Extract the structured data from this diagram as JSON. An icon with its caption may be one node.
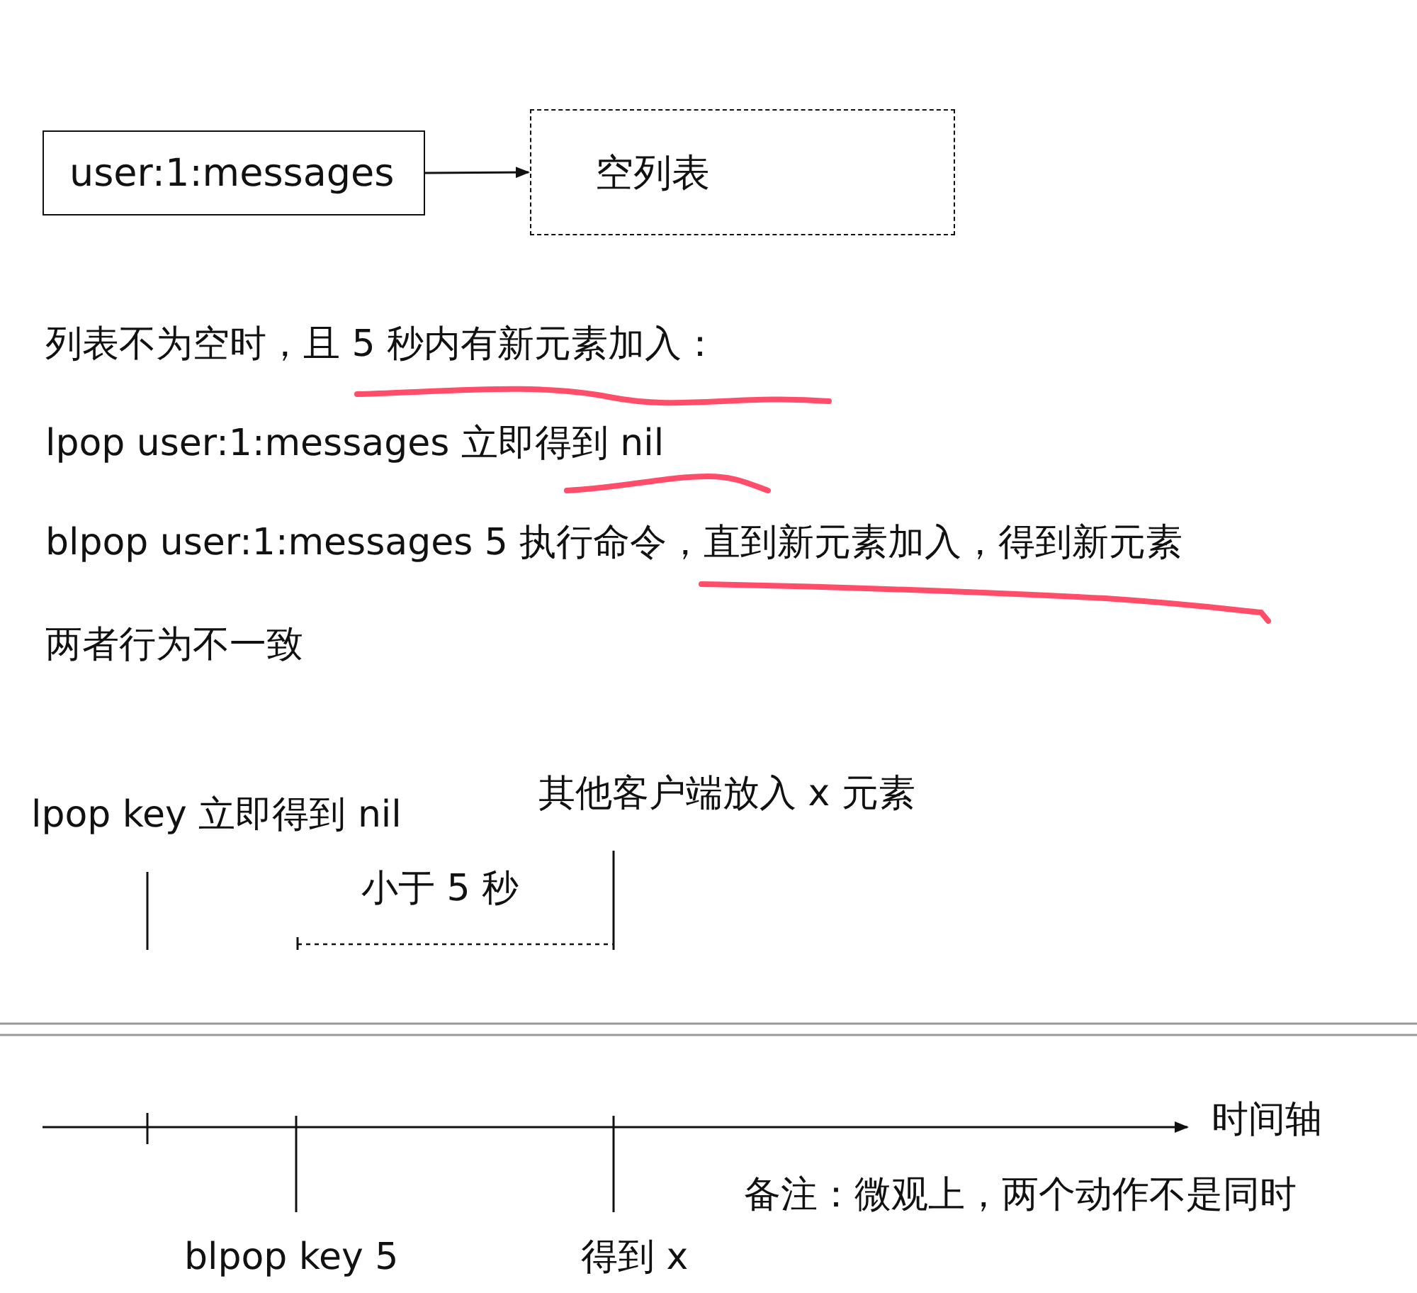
{
  "diagram": {
    "nodes": [
      {
        "text": [
          "user:1:messages"
        ]
      },
      {
        "text": [
          "空列表"
        ]
      }
    ],
    "edges": [
      {
        "from": 0,
        "to": 1,
        "arrow": "to"
      }
    ],
    "labels": [
      "列表不为空时，且 5 秒内有新元素加入：",
      "lpop user:1:messages 立即得到 nil",
      "blpop user:1:messages 5 执行命令，直到新元素加入，得到新元素",
      "两者行为不一致",
      "lpop key 立即得到 nil",
      "其他客户端放入 x 元素",
      "小于 5 秒",
      "时间轴",
      "备注：微观上，两个动作不是同时",
      "blpop key 5",
      "得到 x"
    ]
  }
}
